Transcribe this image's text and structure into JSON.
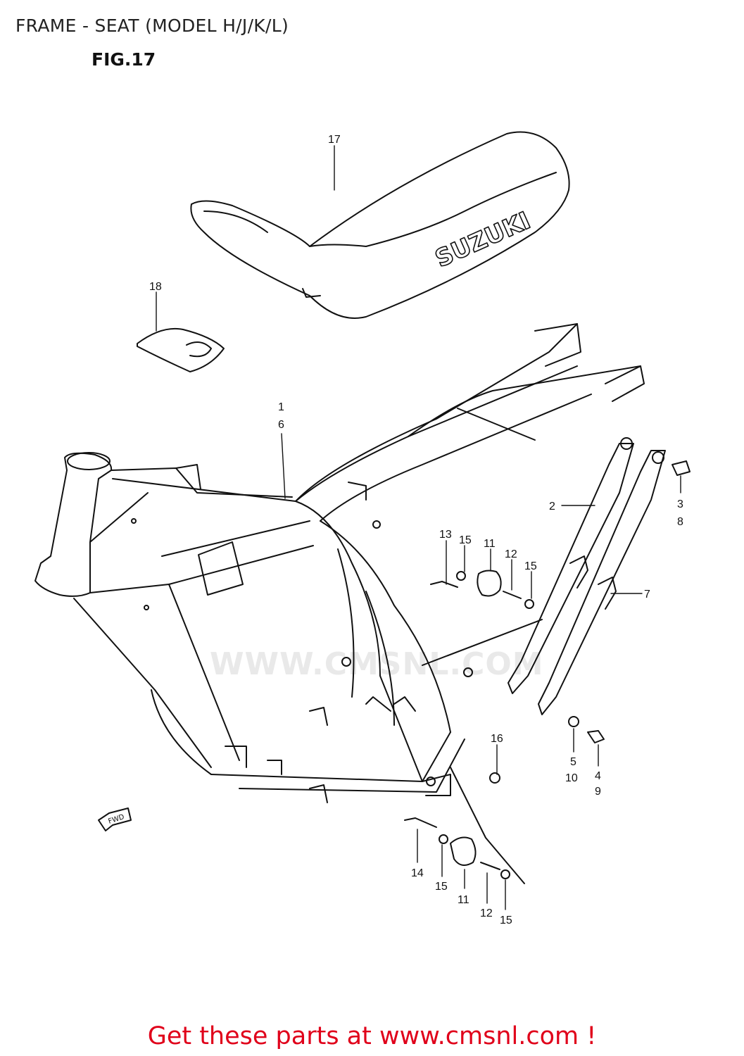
{
  "header": {
    "title": "FRAME - SEAT (MODEL H/J/K/L)",
    "figure": "FIG.17"
  },
  "diagram": {
    "callouts": {
      "c1": "1",
      "c6": "6",
      "c2": "2",
      "c7": "7",
      "c3": "3",
      "c8": "8",
      "c4": "4",
      "c9": "9",
      "c5": "5",
      "c10": "10",
      "c11a": "11",
      "c11b": "11",
      "c12a": "12",
      "c12b": "12",
      "c13": "13",
      "c14": "14",
      "c15a": "15",
      "c15b": "15",
      "c15c": "15",
      "c15d": "15",
      "c16": "16",
      "c17": "17",
      "c18": "18"
    },
    "seat_logo": "SUZUKI",
    "fwd_arrow": "FWD"
  },
  "watermark": {
    "text": "WWW.CMSNL.COM"
  },
  "footer": {
    "cta": "Get these parts at www.cmsnl.com !"
  }
}
